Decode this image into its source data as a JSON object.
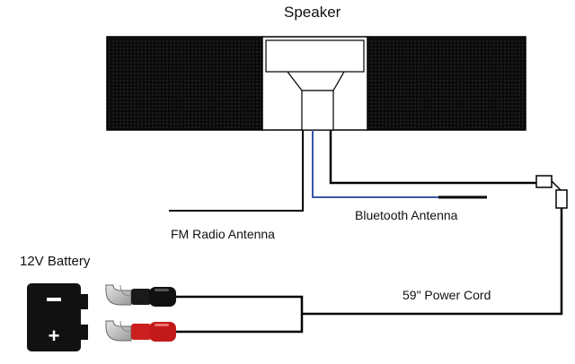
{
  "diagram": {
    "speaker_title": "Speaker",
    "fm_antenna_label": "FM Radio Antenna",
    "bluetooth_antenna_label": "Bluetooth Antenna",
    "battery_label": "12V Battery",
    "power_cord_label": "59\"  Power Cord",
    "battery_negative_symbol": "−",
    "battery_positive_symbol": "+"
  },
  "colors": {
    "speaker_grille": "#0b0b0b",
    "wire_black": "#000000",
    "wire_blue": "#3b56a8",
    "red_lead": "#cc1f1f",
    "black_lead": "#111111"
  }
}
